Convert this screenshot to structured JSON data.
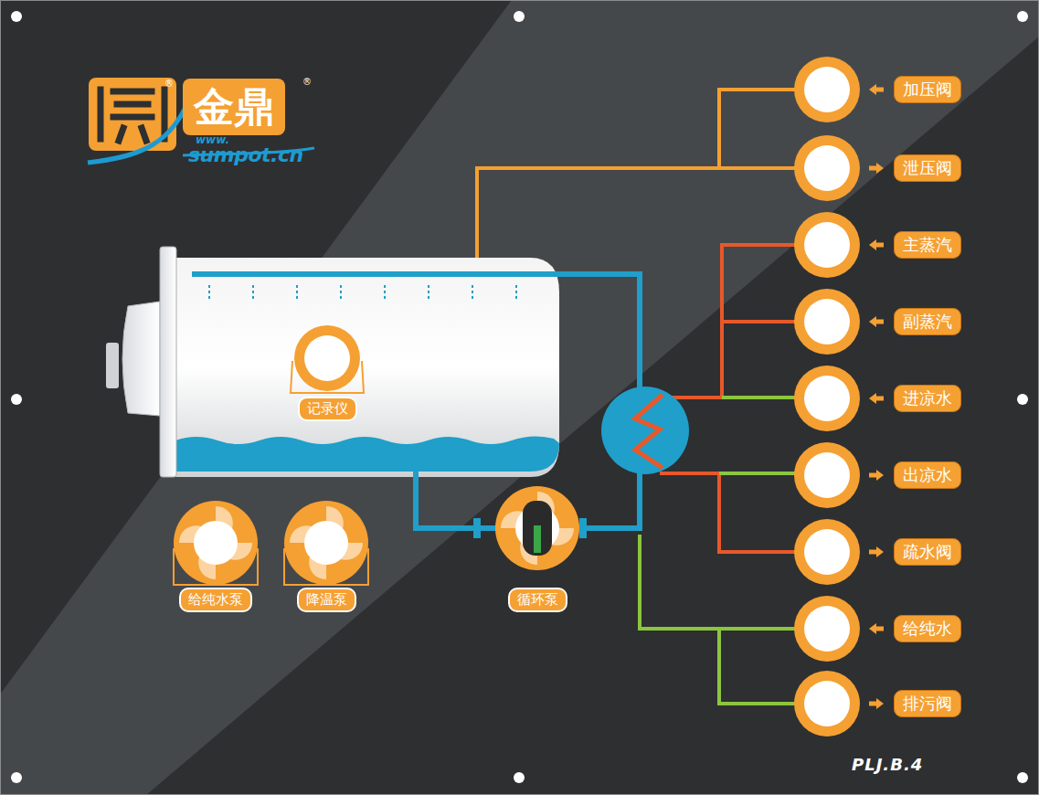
{
  "diagram": {
    "nodes": [
      {
        "text": [
          "金鼎"
        ]
      },
      {
        "text": [
          "加压阀"
        ]
      },
      {
        "text": [
          "泄压阀"
        ]
      },
      {
        "text": [
          "主蒸汽"
        ]
      },
      {
        "text": [
          "副蒸汽"
        ]
      },
      {
        "text": [
          "记录仪"
        ]
      },
      {
        "text": [
          "进凉水"
        ]
      },
      {
        "text": [
          "出凉水"
        ]
      },
      {
        "text": [
          "疏水阀"
        ]
      },
      {
        "text": [
          "给纯水泵"
        ]
      },
      {
        "text": [
          "降温泵"
        ]
      },
      {
        "text": [
          "循环泵"
        ]
      },
      {
        "text": [
          "给纯水"
        ]
      },
      {
        "text": [
          "排污阀"
        ]
      }
    ],
    "labels": [
      "®",
      "®",
      "www.",
      "sumpot.cn",
      "PLJ.B.4"
    ]
  }
}
